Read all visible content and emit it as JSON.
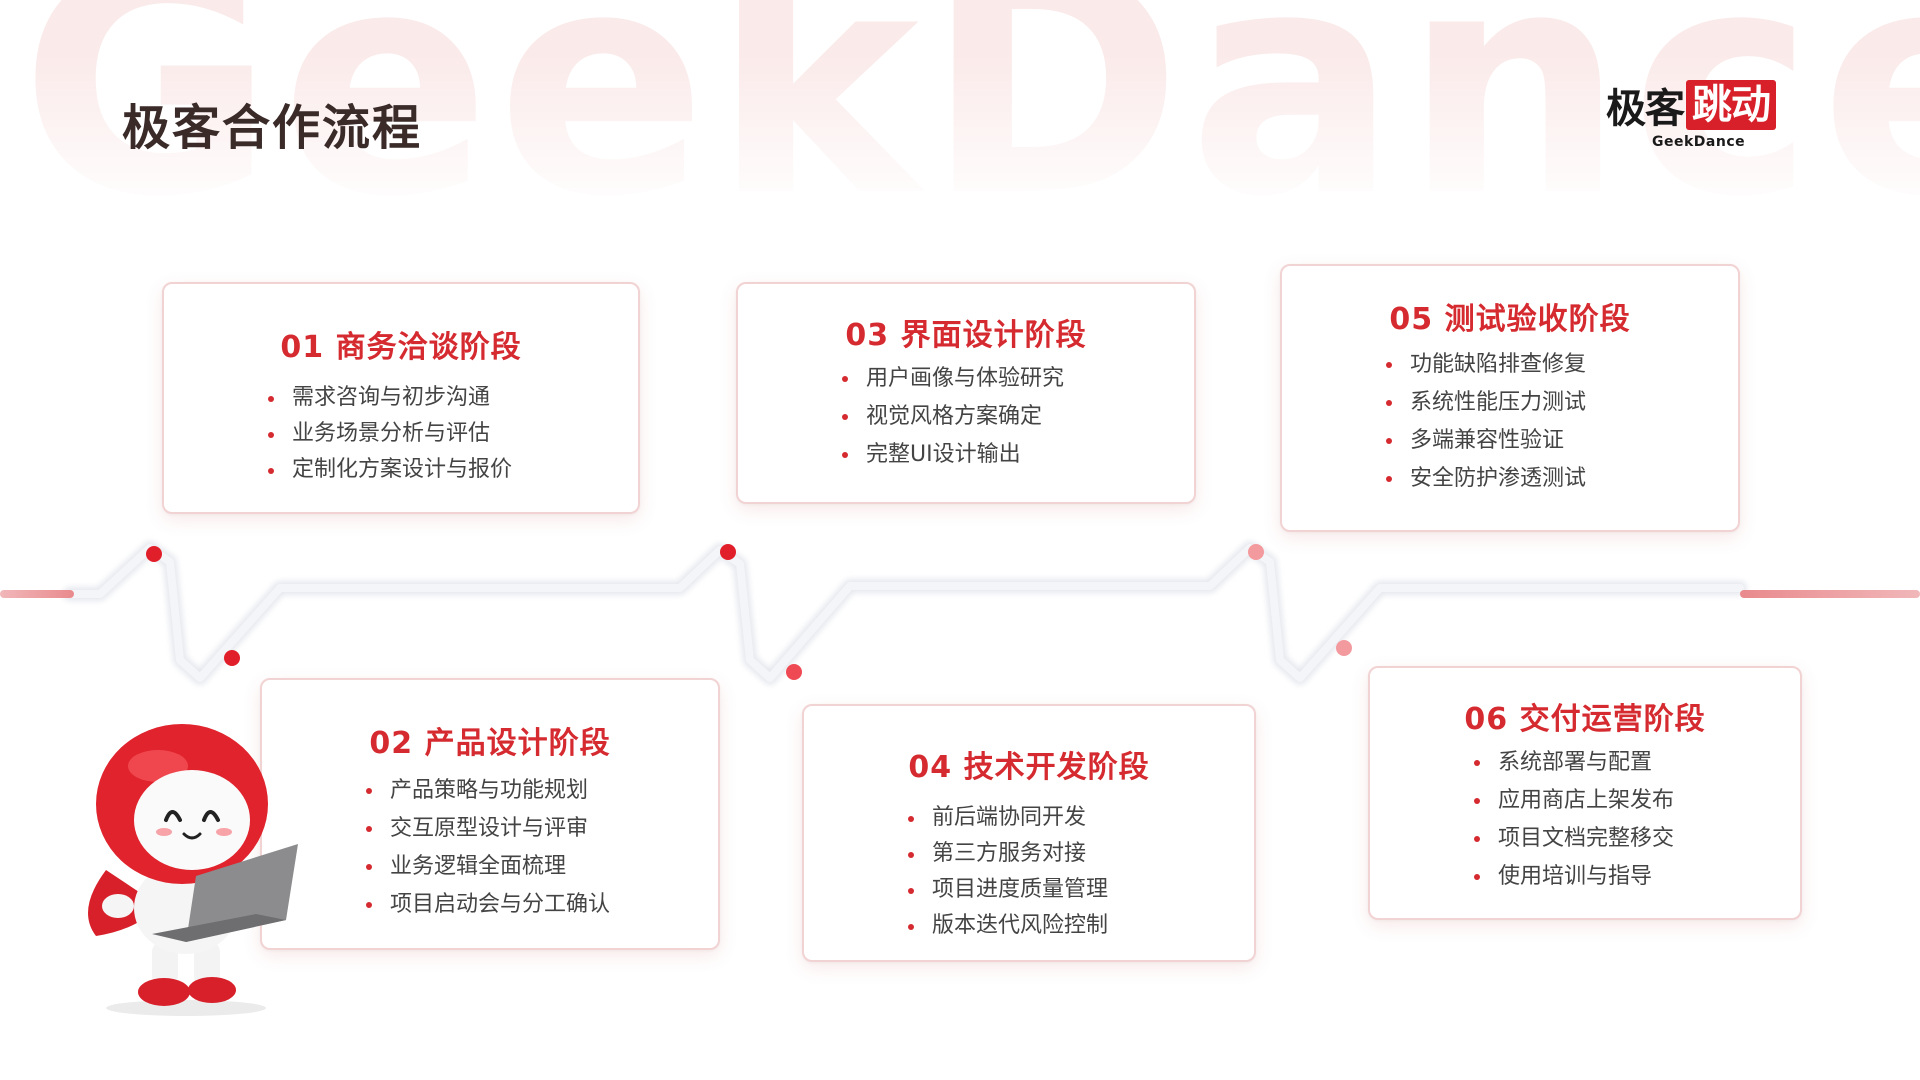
{
  "watermark": "GeekDance",
  "page_title": "极客合作流程",
  "brand": {
    "black": "极客",
    "red": "跳动",
    "sub": "GeekDance"
  },
  "stages": [
    {
      "title": "01 商务洽谈阶段",
      "items": [
        "需求咨询与初步沟通",
        "业务场景分析与评估",
        "定制化方案设计与报价"
      ]
    },
    {
      "title": "02 产品设计阶段",
      "items": [
        "产品策略与功能规划",
        "交互原型设计与评审",
        "业务逻辑全面梳理",
        "项目启动会与分工确认"
      ]
    },
    {
      "title": "03 界面设计阶段",
      "items": [
        "用户画像与体验研究",
        "视觉风格方案确定",
        "完整UI设计输出"
      ]
    },
    {
      "title": "04 技术开发阶段",
      "items": [
        "前后端协同开发",
        "第三方服务对接",
        "项目进度质量管理",
        "版本迭代风险控制"
      ]
    },
    {
      "title": "05 测试验收阶段",
      "items": [
        "功能缺陷排查修复",
        "系统性能压力测试",
        "多端兼容性验证",
        "安全防护渗透测试"
      ]
    },
    {
      "title": "06 交付运营阶段",
      "items": [
        "系统部署与配置",
        "应用商店上架发布",
        "项目文档完整移交",
        "使用培训与指导"
      ]
    }
  ],
  "colors": {
    "accent": "#d52a2f",
    "card_border": "#f2d3d3",
    "title_text": "#3a2a28",
    "body_text": "#444444"
  }
}
